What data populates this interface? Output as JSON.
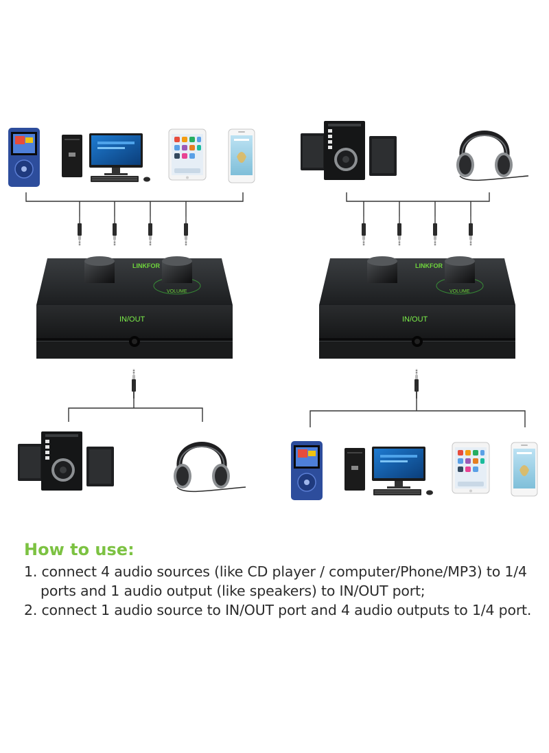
{
  "switch_left": {
    "port_label": "IN/OUT",
    "brand": "LINKFOR",
    "knob_label": "VOLUME"
  },
  "switch_right": {
    "port_label": "IN/OUT",
    "brand": "LINKFOR",
    "knob_label": "VOLUME"
  },
  "instructions": {
    "title": "How to use:",
    "steps": [
      "1. connect 4 audio sources (like CD player / computer/Phone/MP3) to 1/4 ports and 1 audio output (like speakers) to IN/OUT port;",
      "2. connect 1 audio source to IN/OUT port and 4 audio outputs to 1/4 port."
    ]
  },
  "colors": {
    "accent": "#7cc242",
    "device_dark": "#222426",
    "line": "#333333"
  },
  "icons": [
    "mp3-player-icon",
    "desktop-computer-icon",
    "tablet-icon",
    "smartphone-icon",
    "speaker-system-icon",
    "headphones-icon",
    "audio-jack-icon",
    "volume-knob-icon"
  ]
}
